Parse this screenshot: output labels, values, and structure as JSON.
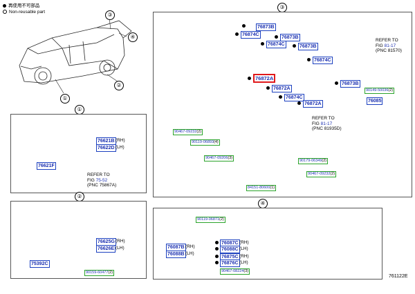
{
  "legend": {
    "reusable": "再使用不可部品",
    "non_reusable": "Non-reusable part"
  },
  "circles": {
    "c1": "①",
    "c2": "②",
    "c3": "③",
    "c4": "④"
  },
  "panel3": {
    "parts": {
      "p76873B_a": "76873B",
      "p76874C_a": "76874C",
      "p76873B_b": "76873B",
      "p76874C_b": "76874C",
      "p76873B_c": "76873B",
      "p76874C_c": "76874C",
      "p76872A_hl": "76872A",
      "p76872A_b": "76872A",
      "p76874C_d": "76874C",
      "p76872A_c": "76872A",
      "p76873B_d": "76873B",
      "p76085": "76085"
    },
    "refer1": {
      "line1": "REFER TO",
      "fig_prefix": "FIG ",
      "fig": "81-17",
      "pnc": "(PNC 81570)"
    },
    "refer2": {
      "line1": "REFER TO",
      "fig_prefix": "FIG ",
      "fig": "81-17",
      "pnc": "(PNC 81935D)"
    },
    "small": {
      "s90149": "90149-50036",
      "s90149_q": "(2)",
      "s90467a": "90467-09232",
      "s90467a_q": "(2)",
      "s90119": "90119-06893",
      "s90119_q": "(4)",
      "s90467b": "90467-09206",
      "s90467b_q": "(3)",
      "s90179": "90179-06349",
      "s90179_q": "(2)",
      "s90467c": "90467-09232",
      "s90467c_q": "(2)",
      "s84151": "84151-80600",
      "s84151_q": "(1)"
    }
  },
  "panel1": {
    "p76621B": "76621B",
    "rh": "(RH)",
    "p76622D": "76622D",
    "lh": "(LH)",
    "p76621F": "76621F",
    "refer": {
      "line1": "REFER TO",
      "fig_prefix": "FIG ",
      "fig": "75-52",
      "pnc": "(PNC 75867A)"
    }
  },
  "panel2": {
    "p76625G": "76625G",
    "rh": "(RH)",
    "p76626E": "76626E",
    "lh": "(LH)",
    "p75392C": "75392C",
    "s90159": "90159-60477",
    "s90159_q": "(2)"
  },
  "panel4": {
    "s90119": "90119-06871",
    "s90119_q": "(2)",
    "p76087B": "76087B",
    "rh": "(RH)",
    "p76088B": "76088B",
    "lh": "(LH)",
    "p76087C": "76087C",
    "p76088C": "76088C",
    "p76875C": "76875C",
    "p76876C": "76876C",
    "s90467": "90467-08224",
    "s90467_q": "(3)"
  },
  "footer": {
    "code": "761122E"
  }
}
